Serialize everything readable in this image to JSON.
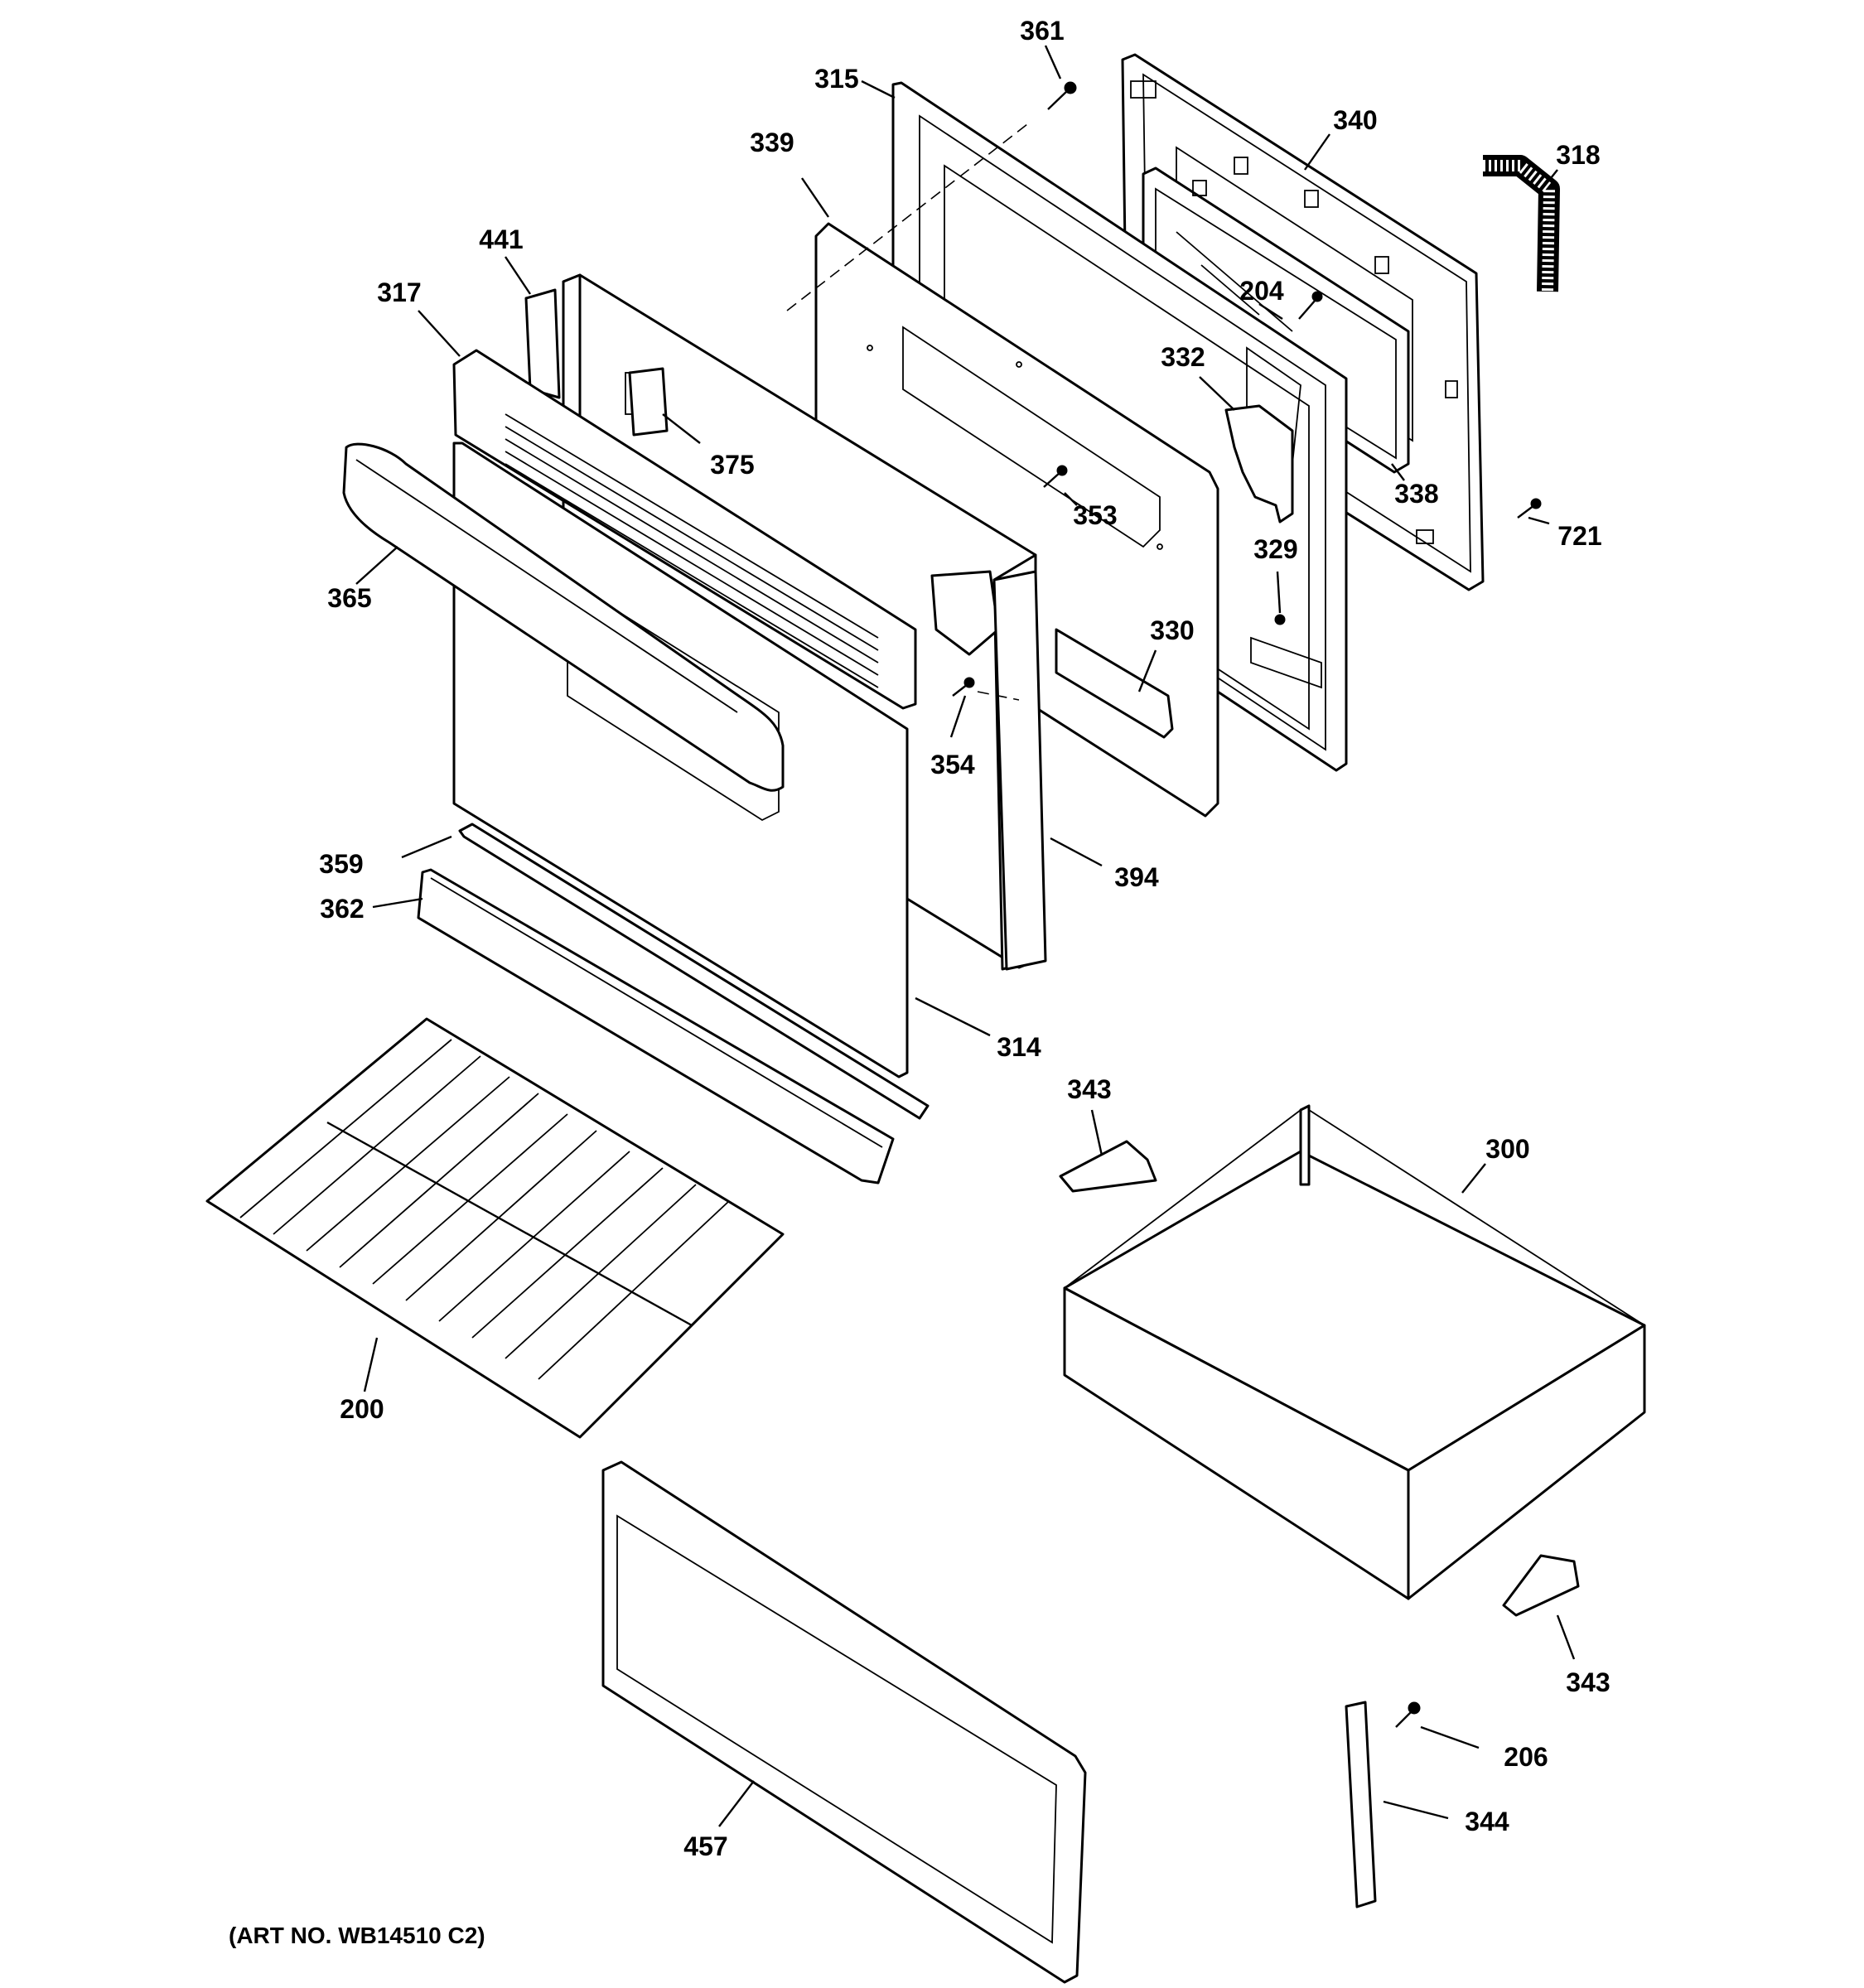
{
  "diagram": {
    "callouts": {
      "c361": "361",
      "c315": "315",
      "c340": "340",
      "c339": "339",
      "c318": "318",
      "c441": "441",
      "c317": "317",
      "c204": "204",
      "c332": "332",
      "c375": "375",
      "c338": "338",
      "c353": "353",
      "c721": "721",
      "c329": "329",
      "c365": "365",
      "c330": "330",
      "c354": "354",
      "c359": "359",
      "c394": "394",
      "c362": "362",
      "c314": "314",
      "c343a": "343",
      "c300": "300",
      "c200": "200",
      "c343b": "343",
      "c206": "206",
      "c344": "344",
      "c457": "457"
    },
    "art_number": "(ART NO. WB14510 C2)"
  }
}
